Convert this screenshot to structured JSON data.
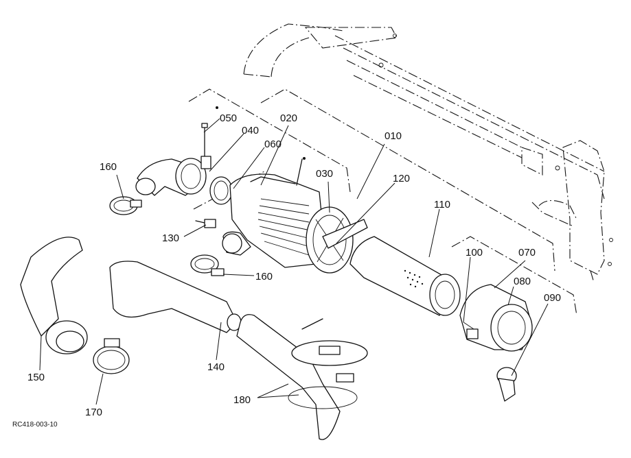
{
  "drawing_code": "RC418-003-10",
  "parts": [
    {
      "id": "p010",
      "number": "010"
    },
    {
      "id": "p020",
      "number": "020"
    },
    {
      "id": "p030",
      "number": "030"
    },
    {
      "id": "p040",
      "number": "040"
    },
    {
      "id": "p050",
      "number": "050"
    },
    {
      "id": "p060",
      "number": "060"
    },
    {
      "id": "p070",
      "number": "070"
    },
    {
      "id": "p080",
      "number": "080"
    },
    {
      "id": "p090",
      "number": "090"
    },
    {
      "id": "p100",
      "number": "100"
    },
    {
      "id": "p110",
      "number": "110"
    },
    {
      "id": "p120",
      "number": "120"
    },
    {
      "id": "p130",
      "number": "130"
    },
    {
      "id": "p140",
      "number": "140"
    },
    {
      "id": "p150",
      "number": "150"
    },
    {
      "id": "p160a",
      "number": "160"
    },
    {
      "id": "p160b",
      "number": "160"
    },
    {
      "id": "p170",
      "number": "170"
    },
    {
      "id": "p180",
      "number": "180"
    }
  ]
}
